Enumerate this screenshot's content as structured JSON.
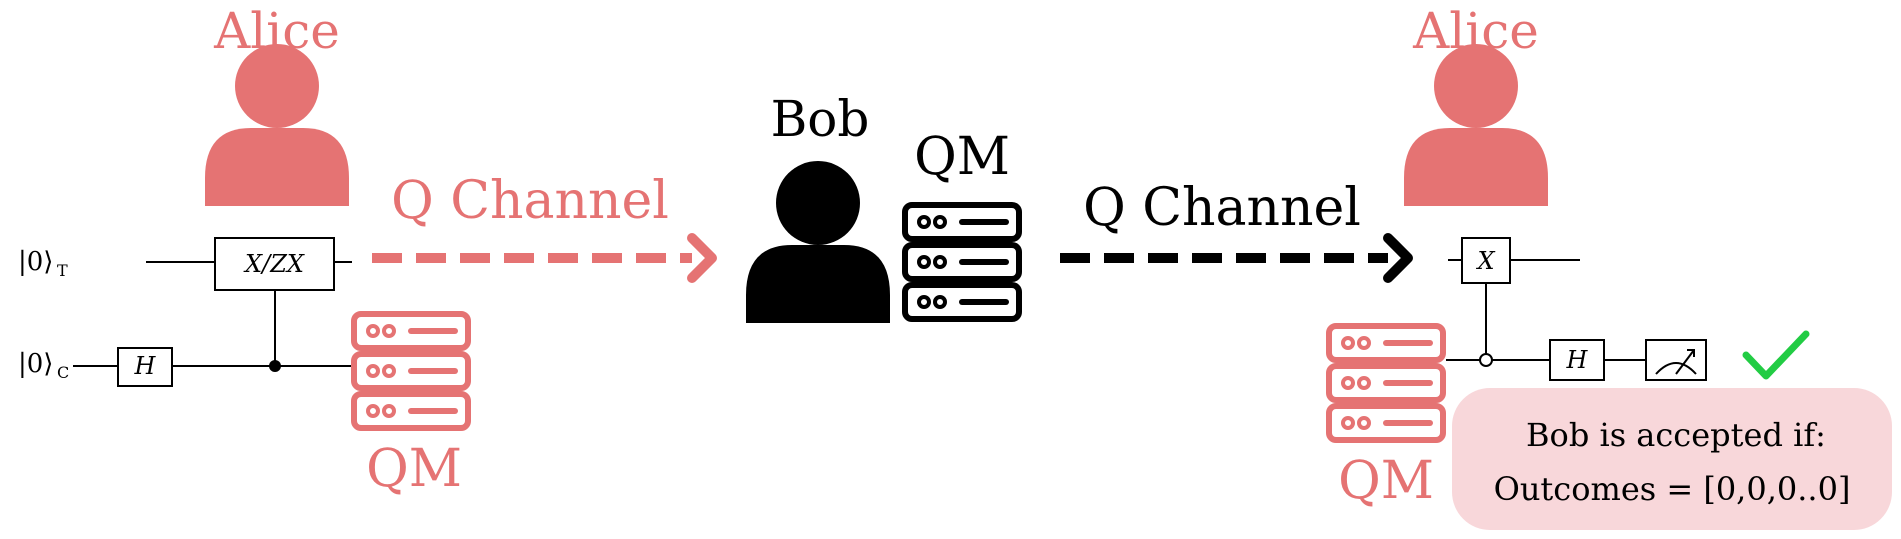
{
  "colors": {
    "accent": "#e57373",
    "box_fill": "#f8d7da",
    "success": "#22cc44",
    "dark": "#000000"
  },
  "left": {
    "actor_label": "Alice",
    "ket_t": "|0⟩",
    "ket_t_sub": "T",
    "ket_c": "|0⟩",
    "ket_c_sub": "C",
    "gate_h": "H",
    "gate_xzx": "X/ZX",
    "memory_label": "QM",
    "channel_label": "Q Channel",
    "actor_icon": "person-icon",
    "memory_icon": "server-icon"
  },
  "middle": {
    "actor_label": "Bob",
    "memory_label": "QM",
    "channel_label": "Q Channel",
    "actor_icon": "person-icon",
    "memory_icon": "server-icon"
  },
  "right": {
    "actor_label": "Alice",
    "gate_x": "X",
    "gate_h": "H",
    "memory_label": "QM",
    "result_line1": "Bob is accepted if:",
    "result_line2": "Outcomes = [0,0,0..0]",
    "actor_icon": "person-icon",
    "memory_icon": "server-icon",
    "meter_icon": "measurement-meter-icon",
    "check_icon": "checkmark-icon"
  }
}
